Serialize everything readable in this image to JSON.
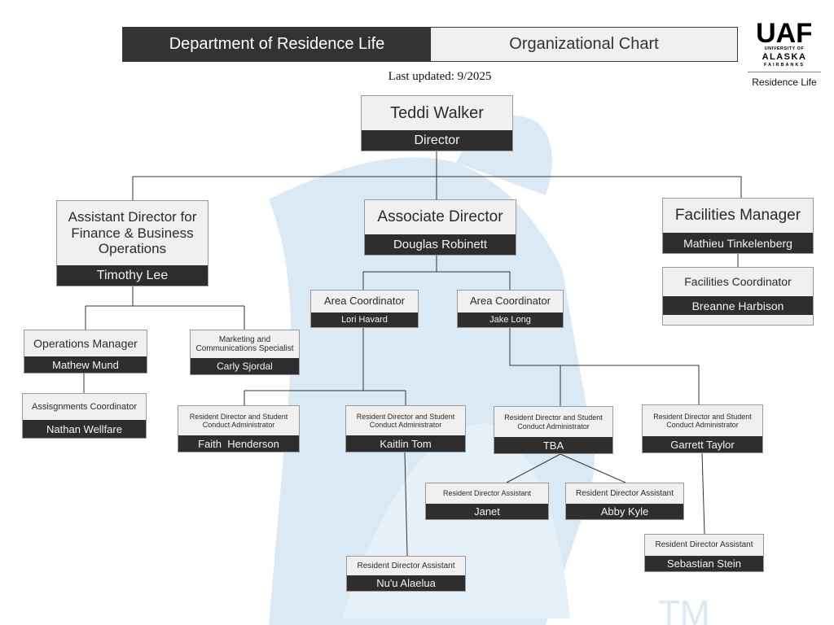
{
  "header": {
    "department": "Department of Residence Life",
    "chart_title": "Organizational Chart",
    "last_updated": "Last updated: 9/2025"
  },
  "logo": {
    "letters": "UAF",
    "university_of": "UNIVERSITY OF",
    "alaska": "ALASKA",
    "fairbanks": "FAIRBANKS",
    "unit": "Residence Life"
  },
  "org": {
    "director": {
      "title": "Teddi Walker",
      "name": "Director"
    },
    "asst_director": {
      "title": "Assistant Director for Finance & Business Operations",
      "name": "Timothy Lee"
    },
    "assoc_director": {
      "title": "Associate Director",
      "name": "Douglas Robinett"
    },
    "facilities_manager": {
      "title": "Facilities Manager",
      "name": "Mathieu Tinkelenberg"
    },
    "facilities_coordinator": {
      "title": "Facilities Coordinator",
      "name": "Breanne Harbison"
    },
    "area_coord_1": {
      "title": "Area Coordinator",
      "name": "Lori Havard"
    },
    "area_coord_2": {
      "title": "Area Coordinator",
      "name": "Jake Long"
    },
    "operations_manager": {
      "title": "Operations Manager",
      "name": "Mathew Mund"
    },
    "marketing": {
      "title": "Marketing and Communications Specialist",
      "name": "Carly Sjordal"
    },
    "assignments_coord": {
      "title": "Assisgnments Coordinator",
      "name": "Nathan Wellfare"
    },
    "rd_1": {
      "title": "Resident Director and Student Conduct Administrator",
      "name": "Faith  Henderson"
    },
    "rd_2": {
      "title": "Resident Director and Student Conduct Administrator",
      "name": "Kaitlin Tom"
    },
    "rd_3": {
      "title": "Resident Director and Student Conduct Administrator",
      "name": "TBA"
    },
    "rd_4": {
      "title": "Resident Director and Student Conduct Administrator",
      "name": "Garrett Taylor"
    },
    "rda_1": {
      "title": "Resident Director Assistant",
      "name": "Janet"
    },
    "rda_2": {
      "title": "Resident Director Assistant",
      "name": "Abby Kyle"
    },
    "rda_3": {
      "title": "Resident Director Assistant",
      "name": "Nu'u Alaelua"
    },
    "rda_4": {
      "title": "Resident Director Assistant",
      "name": "Sebastian Stein"
    }
  },
  "watermark": {
    "tm": "TM"
  },
  "colors": {
    "dark": "#2e2e2e",
    "light": "#f0f0f0",
    "watermark": "#dbe9f4"
  }
}
